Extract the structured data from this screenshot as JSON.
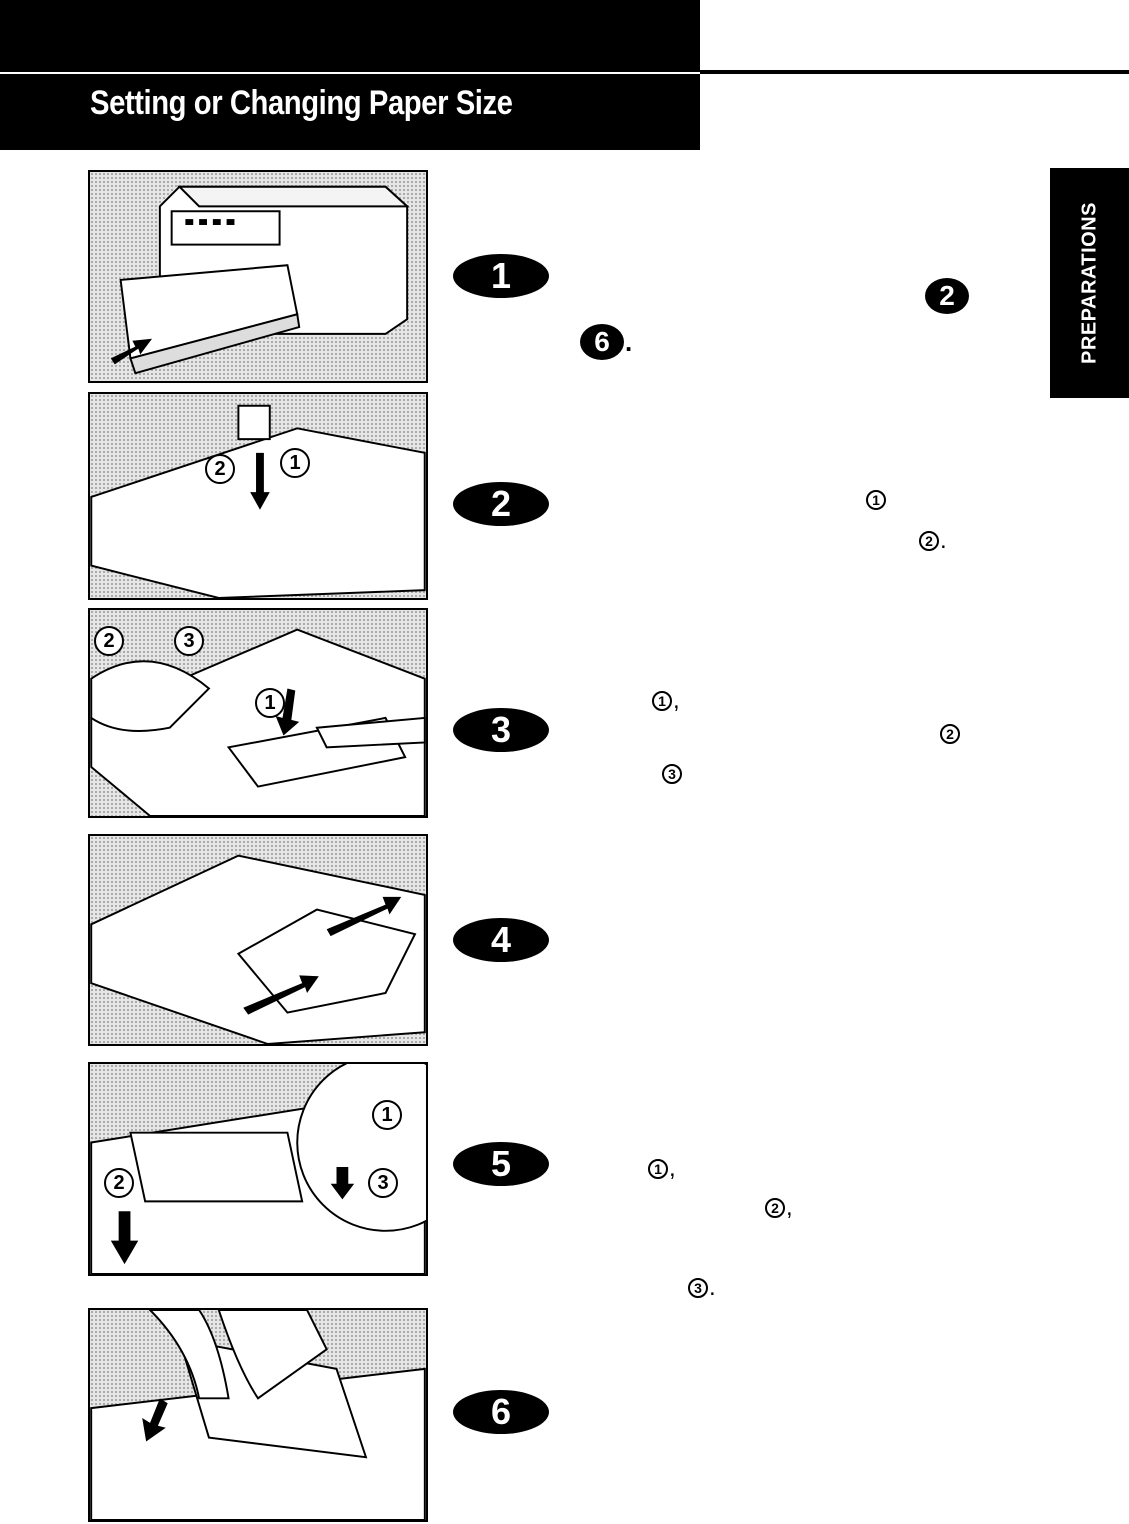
{
  "header": {
    "title": "Setting or Changing Paper Size"
  },
  "side_tab": {
    "label": "PREPARATIONS"
  },
  "steps": [
    {
      "badge": "1",
      "refs": [
        "2",
        "6"
      ]
    },
    {
      "badge": "2",
      "markers": [
        "1",
        "2"
      ]
    },
    {
      "badge": "3",
      "markers": [
        "1",
        "2",
        "3"
      ]
    },
    {
      "badge": "4"
    },
    {
      "badge": "5",
      "markers": [
        "1",
        "2",
        "3"
      ]
    },
    {
      "badge": "6"
    }
  ],
  "figures": {
    "fig2": [
      "2",
      "1"
    ],
    "fig3": [
      "2",
      "3",
      "1"
    ],
    "fig5": [
      "1",
      "2",
      "3"
    ]
  },
  "punct": {
    "period": ".",
    "comma": ","
  }
}
